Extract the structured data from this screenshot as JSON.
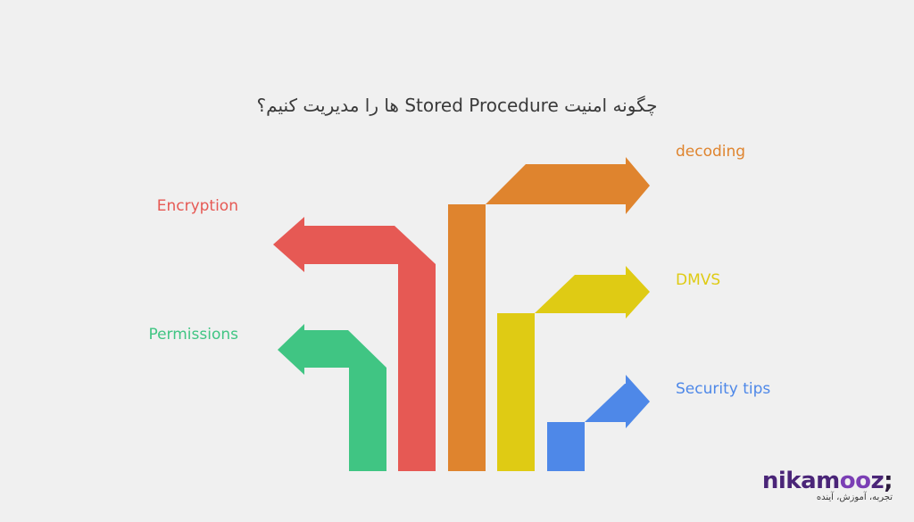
{
  "title": "چگونه امنیت Stored Procedure ها را مدیریت  کنیم؟",
  "branches": [
    {
      "id": "permissions",
      "label": "Permissions",
      "color": "#40c583",
      "direction": "left"
    },
    {
      "id": "encryption",
      "label": "Encryption",
      "color": "#e65954",
      "direction": "left"
    },
    {
      "id": "decoding",
      "label": "decoding",
      "color": "#df842e",
      "direction": "right"
    },
    {
      "id": "dmvs",
      "label": "DMVS",
      "color": "#dfcb14",
      "direction": "right"
    },
    {
      "id": "security-tips",
      "label": "Security tips",
      "color": "#4e88e8",
      "direction": "right"
    }
  ],
  "brand": {
    "name_prefix": "nikam",
    "name_oo": "oo",
    "name_suffix": "z",
    "name_mark": ";",
    "tagline": "تجربه، آموزش، آینده"
  }
}
